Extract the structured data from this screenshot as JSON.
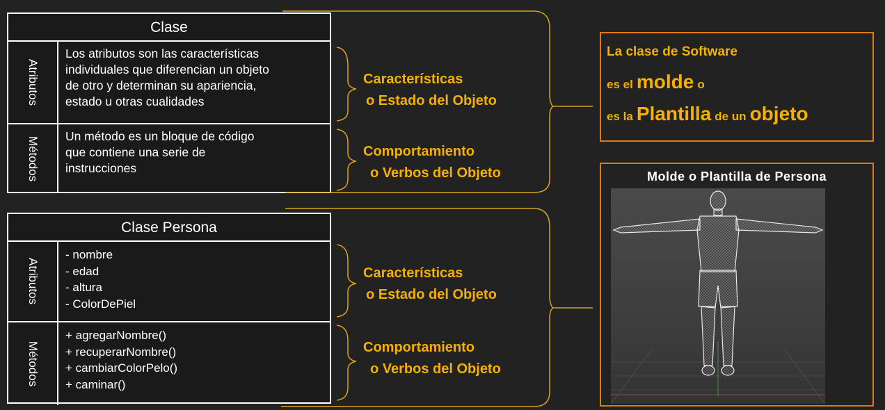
{
  "class_box": {
    "title": "Clase",
    "attributes_label": "Atributos",
    "attributes_text": "Los atributos son las características\nindividuales  que diferencian  un objeto\nde otro y determinan  su apariencia,\nestado u otras cualidades",
    "methods_label": "Métodos",
    "methods_text": "Un método es un bloque  de código\nque contiene una serie de\ninstrucciones"
  },
  "persona_box": {
    "title": "Clase Persona",
    "attributes_label": "Atributos",
    "attributes": [
      "- nombre",
      "- edad",
      "- altura",
      "- ColorDePiel"
    ],
    "methods_label": "Métodos",
    "methods": [
      "+ agregarNombre()",
      "+ recuperarNombre()",
      "+ cambiarColorPelo()",
      "+ caminar()"
    ]
  },
  "annotations": {
    "top_state_1": "Características",
    "top_state_2": "o Estado del Objeto",
    "top_behavior_1": "Comportamiento",
    "top_behavior_2": "o Verbos del Objeto",
    "bottom_state_1": "Características",
    "bottom_state_2": "o Estado del Objeto",
    "bottom_behavior_1": "Comportamiento",
    "bottom_behavior_2": "o Verbos del Objeto"
  },
  "definition": {
    "line1": "La clase de Software",
    "line2_a": "es el",
    "line2_b": "molde",
    "line2_c": "o",
    "line3_a": "es la",
    "line3_b": "Plantilla",
    "line3_c": "de un",
    "line3_d": "objeto"
  },
  "image_panel": {
    "title": "Molde o Plantilla de Persona",
    "image_icon": "wireframe-human-figure-icon"
  },
  "colors": {
    "background": "#222222",
    "accent_text": "#f5b000",
    "brace": "#d9a21b",
    "box_border": "#e07a12"
  }
}
